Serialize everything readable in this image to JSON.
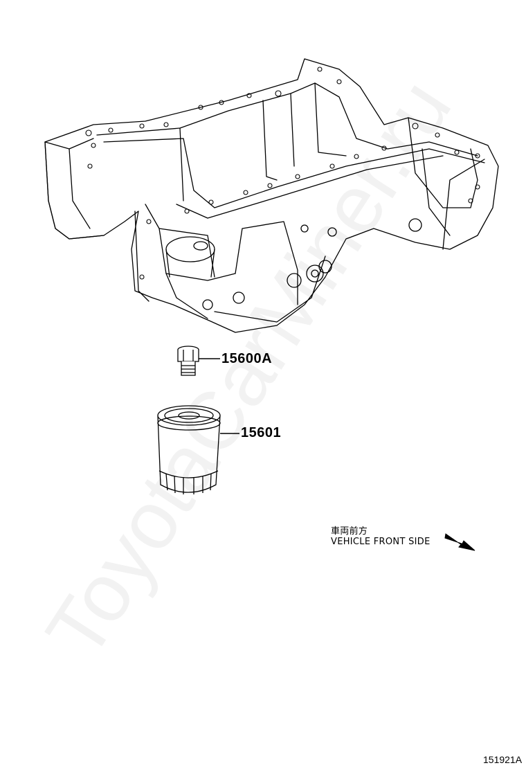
{
  "callouts": {
    "drain_plug": "15600A",
    "oil_filter": "15601"
  },
  "direction": {
    "japanese": "車両前方",
    "english": "VEHICLE FRONT SIDE"
  },
  "figure_id": "151921A",
  "watermark": "ToyotaCarMiner.ru",
  "colors": {
    "line": "#000000",
    "watermark": "#0000000d"
  }
}
